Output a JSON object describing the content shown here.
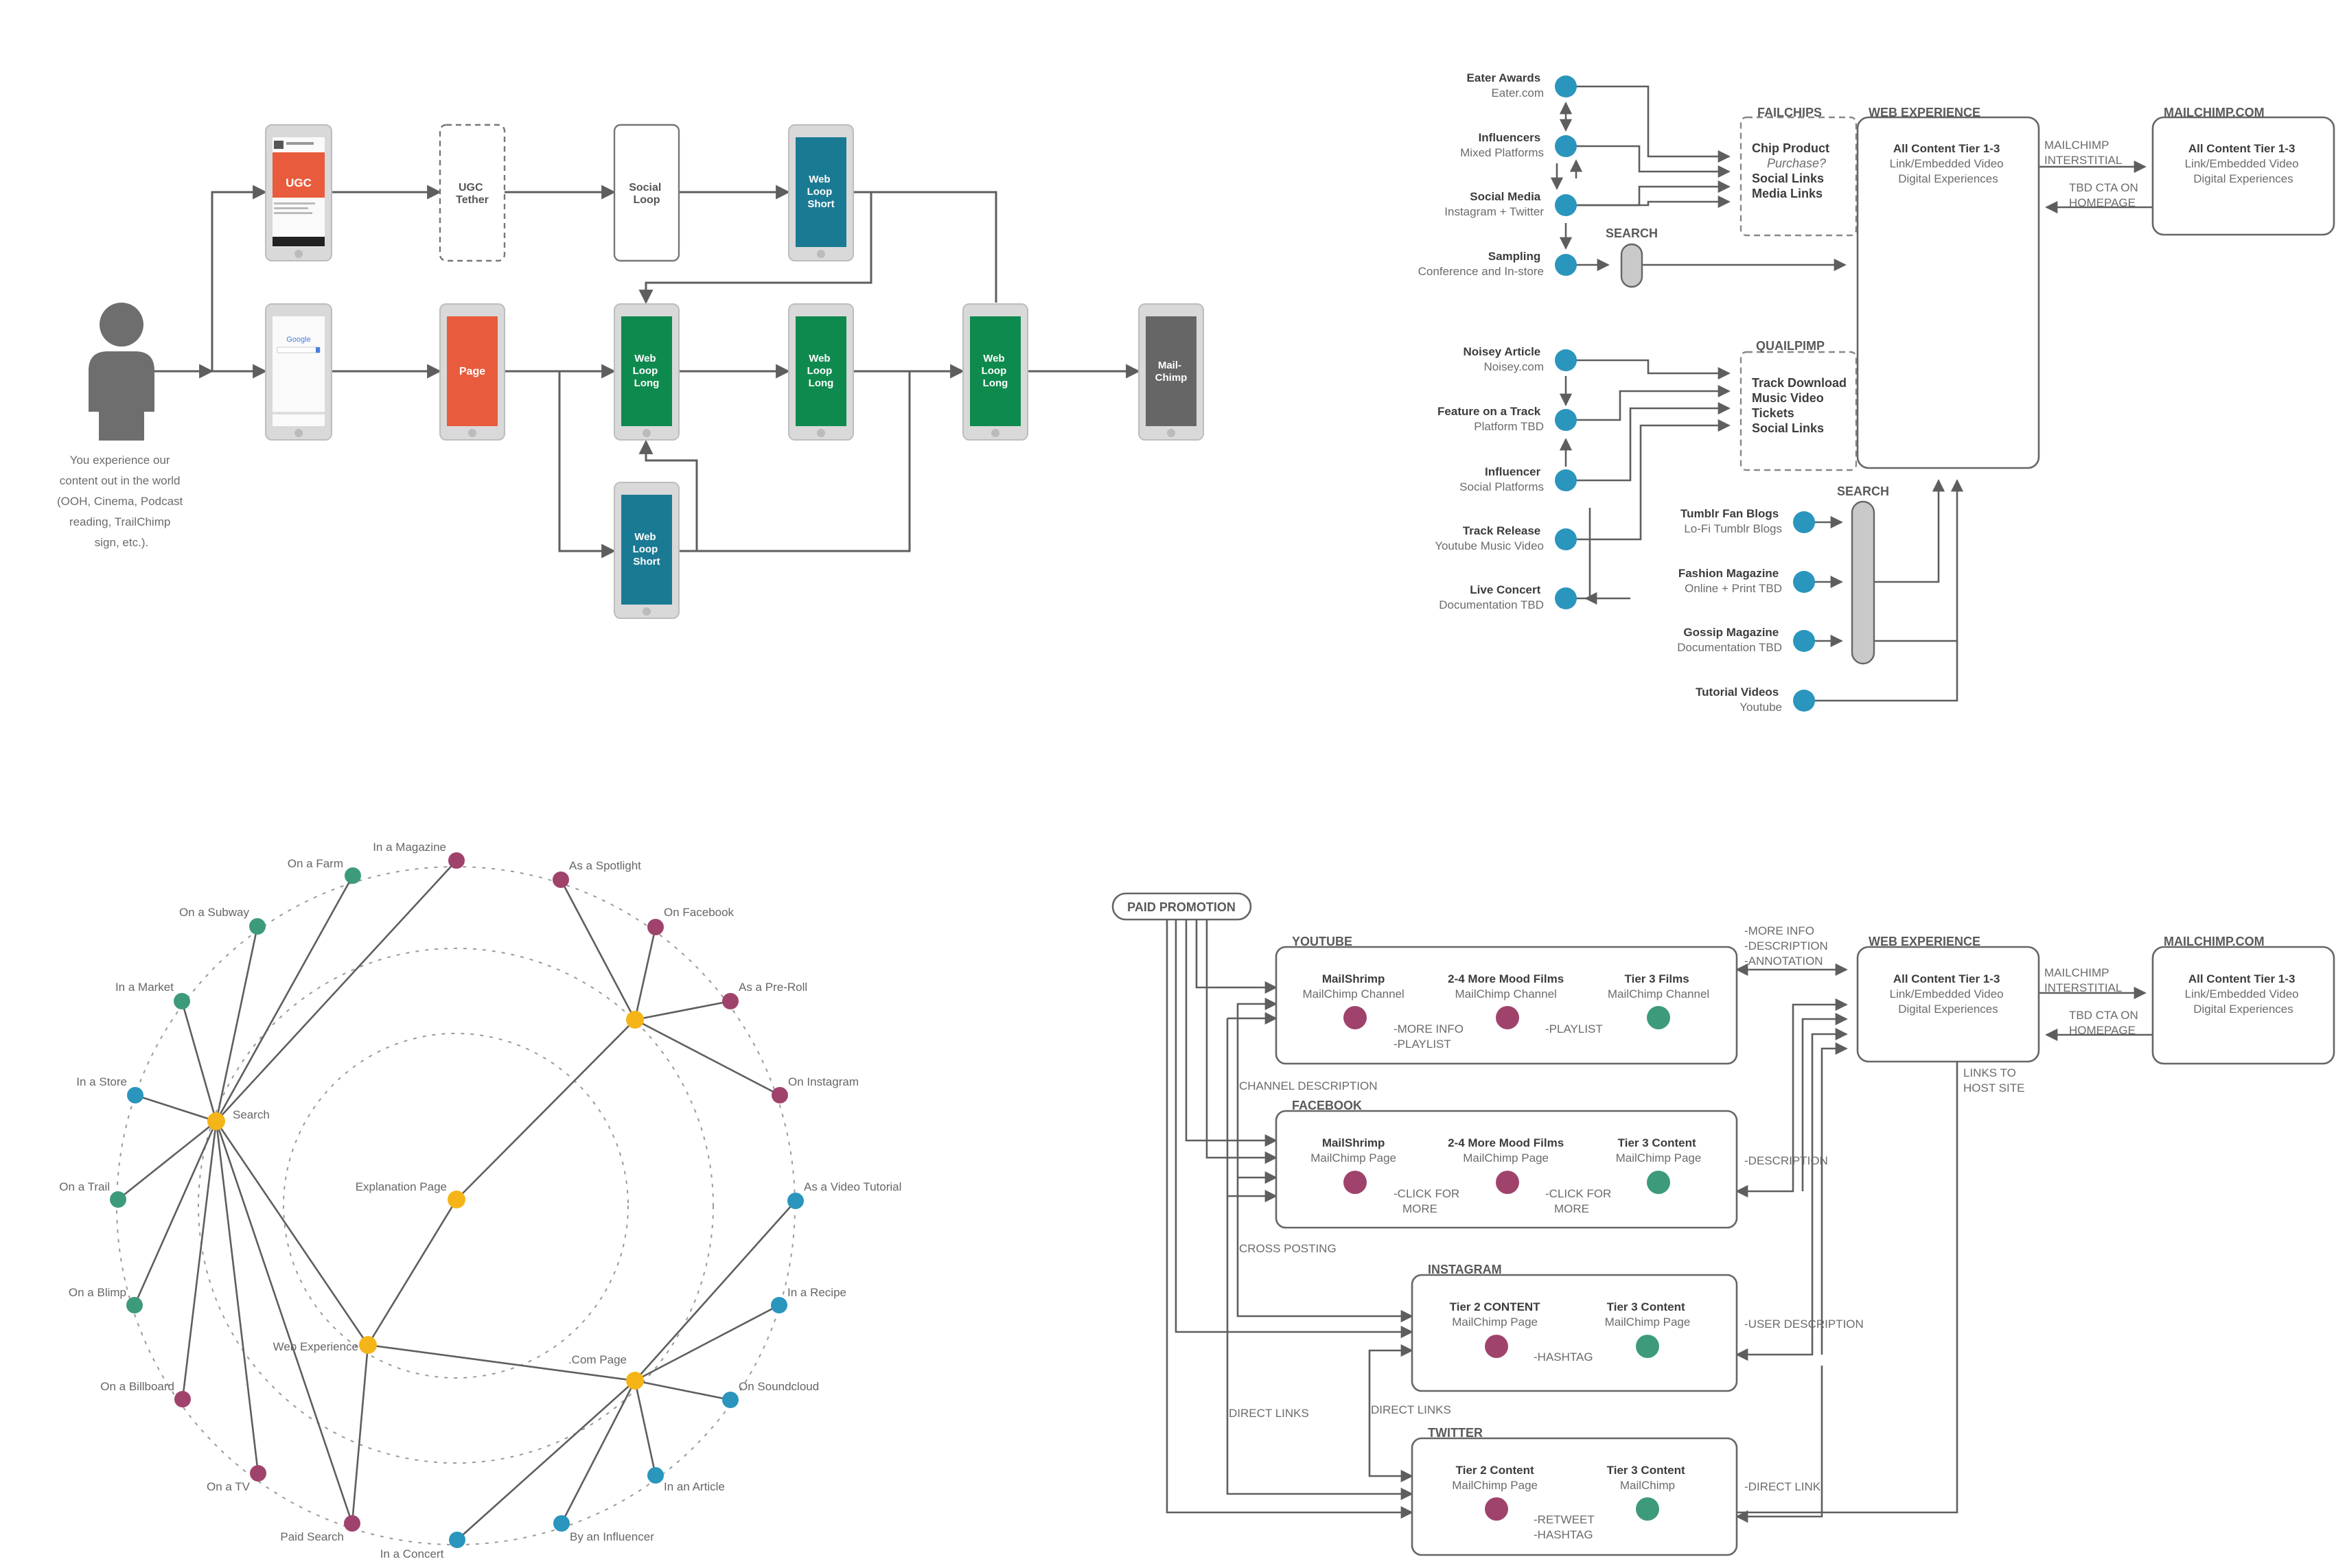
{
  "flow": {
    "person_caption": [
      "You experience our",
      "content out in the world",
      "(OOH, Cinema, Podcast",
      "reading, TrailChimp",
      "sign, etc.)."
    ],
    "phones": {
      "ugc": "UGC",
      "ugc_tether": [
        "UGC",
        "Tether"
      ],
      "social_loop": [
        "Social",
        "Loop"
      ],
      "web_loop_short_top": [
        "Web",
        "Loop",
        "Short"
      ],
      "google": "Google",
      "page": "Page",
      "web_loop_long_1": [
        "Web",
        "Loop",
        "Long"
      ],
      "web_loop_long_2": [
        "Web",
        "Loop",
        "Long"
      ],
      "web_loop_long_3": [
        "Web",
        "Loop",
        "Long"
      ],
      "mailchimp": [
        "Mail-",
        "Chimp"
      ],
      "web_loop_short_bottom": [
        "Web",
        "Loop",
        "Short"
      ]
    },
    "colors": {
      "orange": "#e85b3c",
      "green": "#0f8a4f",
      "teal": "#1b7a93",
      "gray": "#666666"
    }
  },
  "sources": {
    "items": [
      {
        "title": "Eater Awards",
        "sub": "Eater.com"
      },
      {
        "title": "Influencers",
        "sub": "Mixed Platforms"
      },
      {
        "title": "Social Media",
        "sub": "Instagram + Twitter"
      },
      {
        "title": "Sampling",
        "sub": "Conference and In-store"
      },
      {
        "title": "Noisey Article",
        "sub": "Noisey.com"
      },
      {
        "title": "Feature on a Track",
        "sub": "Platform TBD"
      },
      {
        "title": "Influencer",
        "sub": "Social Platforms"
      },
      {
        "title": "Track Release",
        "sub": "Youtube Music Video"
      },
      {
        "title": "Live Concert",
        "sub": "Documentation TBD"
      }
    ],
    "right_items": [
      {
        "title": "Tumblr Fan Blogs",
        "sub": "Lo-Fi Tumblr Blogs"
      },
      {
        "title": "Fashion Magazine",
        "sub": "Online + Print TBD"
      },
      {
        "title": "Gossip Magazine",
        "sub": "Documentation TBD"
      },
      {
        "title": "Tutorial Videos",
        "sub": "Youtube"
      }
    ],
    "search": "SEARCH",
    "failchips": {
      "label": "FAILCHIPS",
      "lines": [
        "Chip Product",
        "Purchase?",
        "Social Links",
        "Media Links"
      ]
    },
    "quailpimp": {
      "label": "QUAILPIMP",
      "lines": [
        "Track Download",
        "Music Video",
        "Tickets",
        "Social Links"
      ]
    },
    "web_experience": {
      "label": "WEB EXPERIENCE",
      "lines": [
        "All Content Tier 1-3",
        "Link/Embedded Video",
        "Digital Experiences"
      ]
    },
    "mailchimp_com": {
      "label": "MAILCHIMP.COM",
      "lines": [
        "All Content Tier 1-3",
        "Link/Embedded Video",
        "Digital Experiences"
      ]
    },
    "arrow_top": [
      "MAILCHIMP",
      "INTERSTITIAL"
    ],
    "arrow_bottom": [
      "TBD CTA ON",
      "HOMEPAGE"
    ]
  },
  "radial": {
    "nodes": [
      "In a Magazine",
      "On a Farm",
      "On a Subway",
      "In a Market",
      "In a Store",
      "On a Trail",
      "On a Blimp",
      "On a Billboard",
      "On a TV",
      "Paid Search",
      "In a Concert",
      "By an Influencer",
      "In an Article",
      "On Soundcloud",
      "In a Recipe",
      "As a Video Tutorial",
      "On Instagram",
      "As a Pre-Roll",
      "On Facebook",
      "As a Spotlight"
    ],
    "hubs": [
      "Search",
      "Explanation Page",
      "Web Experience",
      ".Com Page"
    ],
    "colors": {
      "purple": "#a0436c",
      "green": "#3d9a7b",
      "blue": "#2a95bd",
      "yellow": "#f5b519"
    }
  },
  "paid": {
    "paid_promotion": "PAID PROMOTION",
    "youtube": {
      "label": "YOUTUBE",
      "cols": [
        {
          "t": "MailShrimp",
          "s": "MailChimp Channel"
        },
        {
          "t": "2-4 More Mood Films",
          "s": "MailChimp Channel"
        },
        {
          "t": "Tier 3 Films",
          "s": "MailChimp Channel"
        }
      ],
      "links": [
        [
          "-MORE INFO",
          "-PLAYLIST"
        ],
        [
          "-PLAYLIST"
        ]
      ]
    },
    "facebook": {
      "label": "FACEBOOK",
      "cols": [
        {
          "t": "MailShrimp",
          "s": "MailChimp Page"
        },
        {
          "t": "2-4 More Mood Films",
          "s": "MailChimp Page"
        },
        {
          "t": "Tier 3 Content",
          "s": "MailChimp Page"
        }
      ],
      "links": [
        [
          "-CLICK FOR",
          "MORE"
        ],
        [
          "-CLICK FOR",
          "MORE"
        ]
      ]
    },
    "instagram": {
      "label": "INSTAGRAM",
      "cols": [
        {
          "t": "Tier 2 CONTENT",
          "s": "MailChimp Page"
        },
        {
          "t": "Tier 3 Content",
          "s": "MailChimp Page"
        }
      ],
      "links": [
        [
          "-HASHTAG"
        ]
      ]
    },
    "twitter": {
      "label": "TWITTER",
      "cols": [
        {
          "t": "Tier 2 Content",
          "s": "MailChimp Page"
        },
        {
          "t": "Tier 3 Content",
          "s": "MailChimp"
        }
      ],
      "links": [
        [
          "-RETWEET",
          "-HASHTAG"
        ]
      ]
    },
    "side_labels": [
      "CHANNEL DESCRIPTION",
      "CROSS POSTING",
      "DIRECT LINKS",
      "DIRECT LINKS"
    ],
    "right_labels": {
      "youtube": [
        "-MORE INFO",
        "-DESCRIPTION",
        "-ANNOTATION"
      ],
      "facebook": "-DESCRIPTION",
      "instagram": "-USER DESCRIPTION",
      "twitter": "-DIRECT LINK",
      "host": [
        "LINKS TO",
        "HOST SITE"
      ]
    },
    "web_experience": {
      "label": "WEB EXPERIENCE",
      "lines": [
        "All Content Tier 1-3",
        "Link/Embedded Video",
        "Digital Experiences"
      ]
    },
    "mailchimp_com": {
      "label": "MAILCHIMP.COM",
      "lines": [
        "All Content Tier 1-3",
        "Link/Embedded Video",
        "Digital Experiences"
      ]
    },
    "arrow_top": [
      "MAILCHIMP",
      "INTERSTITIAL"
    ],
    "arrow_bottom": [
      "TBD CTA ON",
      "HOMEPAGE"
    ]
  }
}
